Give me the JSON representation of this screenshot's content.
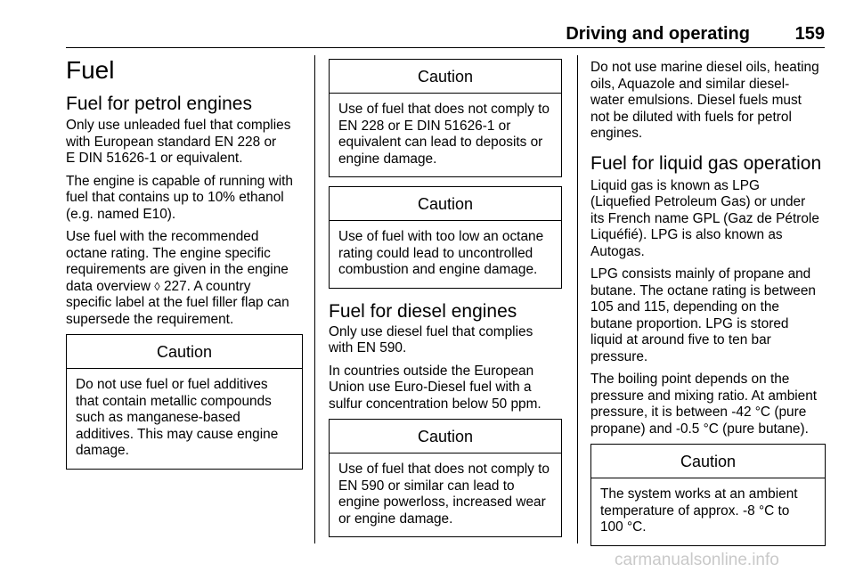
{
  "header": {
    "title": "Driving and operating",
    "page_number": "159"
  },
  "col1": {
    "title": "Fuel",
    "subtitle": "Fuel for petrol engines",
    "p1": "Only use unleaded fuel that complies\nwith European standard EN 228 or\nE DIN 51626-1 or equivalent.",
    "p2": "The engine is capable of running with\nfuel that contains up to 10% ethanol\n(e.g. named E10).",
    "p3a": "Use fuel with the recommended\noctane rating. The engine specific\nrequirements are given in the engine\ndata overview ",
    "p3_ref_icon": "page-reference-arrow",
    "p3_ref_symbol": "◊",
    "p3b": " 227. A country\nspecific label at the fuel filler flap can\nsupersede the requirement.",
    "caution": {
      "head": "Caution",
      "body": "Do not use fuel or fuel additives\nthat contain metallic compounds\nsuch as manganese-based\nadditives. This may cause engine\ndamage."
    }
  },
  "col2": {
    "caution1": {
      "head": "Caution",
      "body": "Use of fuel that does not comply to\nEN 228 or E DIN 51626-1 or\nequivalent can lead to deposits or\nengine damage."
    },
    "caution2": {
      "head": "Caution",
      "body": "Use of fuel with too low an octane\nrating could lead to uncontrolled\ncombustion and engine damage."
    },
    "subtitle": "Fuel for diesel engines",
    "p1": "Only use diesel fuel that complies\nwith EN 590.",
    "p2": "In countries outside the European\nUnion use Euro-Diesel fuel with a\nsulfur concentration below 50 ppm.",
    "caution3": {
      "head": "Caution",
      "body": "Use of fuel that does not comply to\nEN 590 or similar can lead to\nengine powerloss, increased wear\nor engine damage."
    }
  },
  "col3": {
    "p0": "Do not use marine diesel oils, heating\noils, Aquazole and similar diesel-\nwater emulsions. Diesel fuels must\nnot be diluted with fuels for petrol\nengines.",
    "subtitle": "Fuel for liquid gas operation",
    "p1": "Liquid gas is known as LPG\n(Liquefied Petroleum Gas) or under\nits French name GPL (Gaz de Pétrole\nLiquéfié). LPG is also known as\nAutogas.",
    "p2": "LPG consists mainly of propane and\nbutane. The octane rating is between\n105 and 115, depending on the\nbutane proportion. LPG is stored\nliquid at around five to ten bar\npressure.",
    "p3": "The boiling point depends on the\npressure and mixing ratio. At ambient\npressure, it is between -42 °C (pure\npropane) and -0.5 °C (pure butane).",
    "caution": {
      "head": "Caution",
      "body": "The system works at an ambient\ntemperature of approx. -8 °C to\n100 °C."
    }
  },
  "watermark": "carmanualsonline.info"
}
